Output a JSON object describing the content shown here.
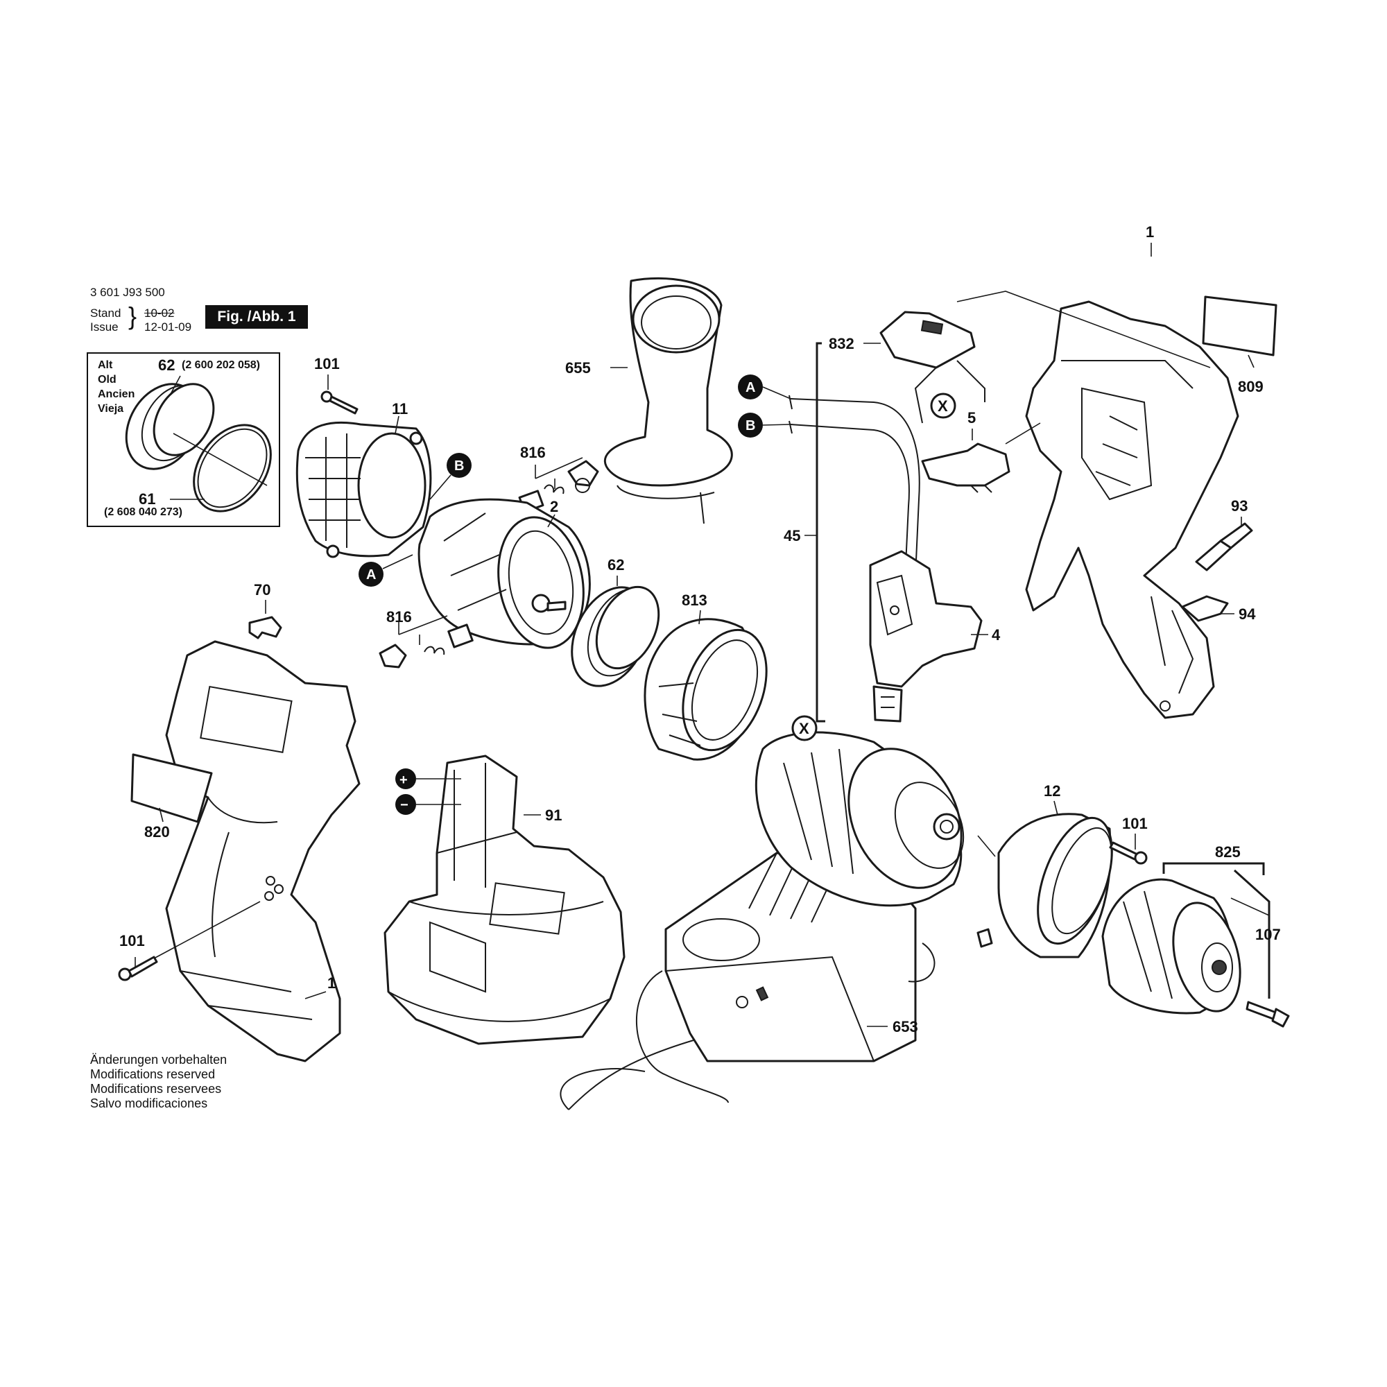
{
  "header": {
    "model_number": "3 601 J93 500",
    "stand_label": "Stand",
    "issue_label": "Issue",
    "stand_date_old": "10-02",
    "issue_date": "12-01-09",
    "figure_label": "Fig. /Abb. 1"
  },
  "alt_box": {
    "languages": [
      "Alt",
      "Old",
      "Ancien",
      "Vieja"
    ],
    "part_62_code": "(2 600 202 058)",
    "part_61_code": "(2 608 040 273)"
  },
  "footer": {
    "lines": [
      "Änderungen vorbehalten",
      "Modifications reserved",
      "Modifications reservees",
      "Salvo modificaciones"
    ]
  },
  "callouts": {
    "A": "A",
    "B": "B",
    "X": "X",
    "plus": "+",
    "minus": "−"
  },
  "part_numbers": {
    "n62_alt": "62",
    "n61_alt": "61",
    "n101_top": "101",
    "n11": "11",
    "n655": "655",
    "n816_top": "816",
    "n2": "2",
    "n62": "62",
    "n813": "813",
    "n816_bottom": "816",
    "n70": "70",
    "n832": "832",
    "n5": "5",
    "n45": "45",
    "n4": "4",
    "n1_top": "1",
    "n809": "809",
    "n93": "93",
    "n94": "94",
    "n820": "820",
    "n101_left": "101",
    "n1_bottom": "1",
    "n91": "91",
    "n12": "12",
    "n101_right": "101",
    "n825": "825",
    "n107": "107",
    "n653": "653"
  }
}
